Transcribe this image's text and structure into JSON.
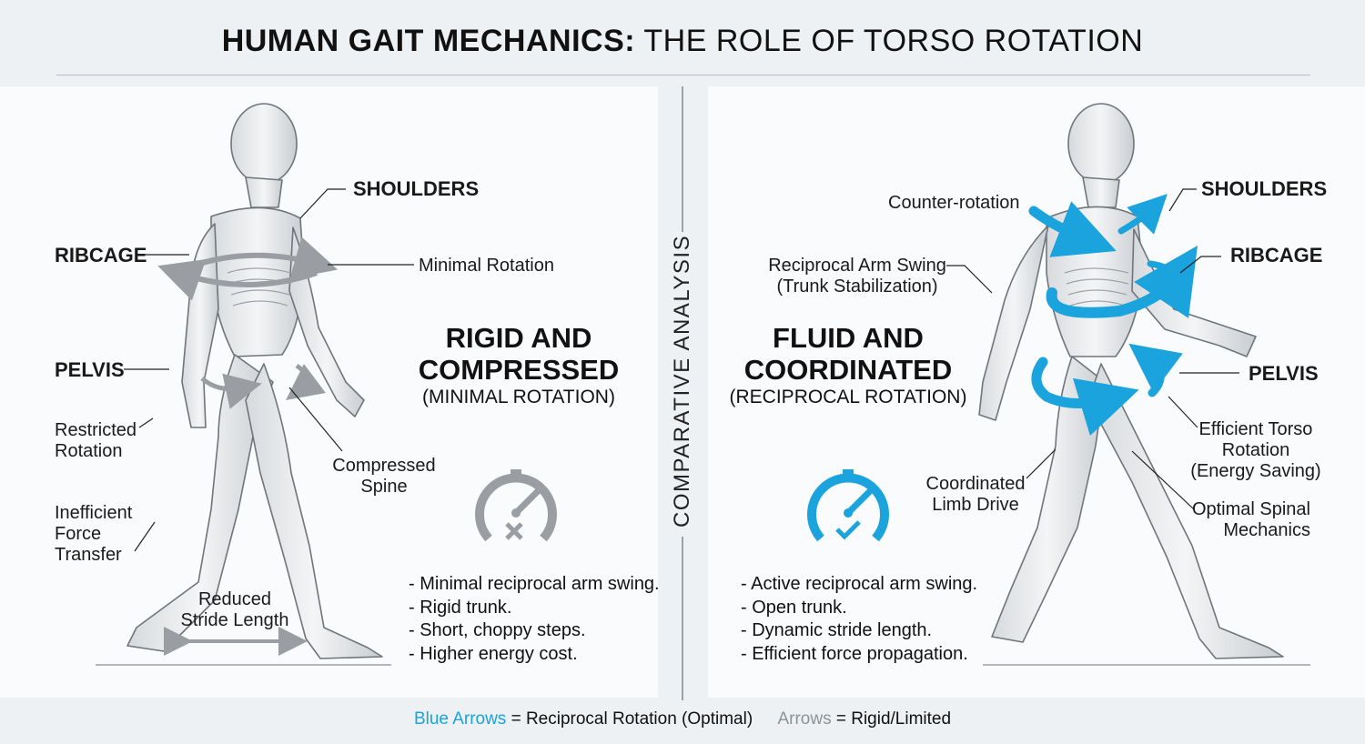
{
  "title": {
    "bold": "HUMAN GAIT MECHANICS:",
    "rest": "THE ROLE OF TORSO ROTATION"
  },
  "center_label": "COMPARATIVE ANALYSIS",
  "colors": {
    "accent_blue": "#1aa3dc",
    "rigid_grey": "#9a9ea2"
  },
  "left": {
    "heading_line1": "RIGID AND",
    "heading_line2": "COMPRESSED",
    "subheading": "(MINIMAL ROTATION)",
    "labels": {
      "shoulders": "SHOULDERS",
      "ribcage": "RIBCAGE",
      "minimal_rotation": "Minimal Rotation",
      "pelvis": "PELVIS",
      "restricted_rotation": "Restricted\nRotation",
      "compressed_spine": "Compressed\nSpine",
      "inefficient_force": "Inefficient\nForce\nTransfer",
      "reduced_stride": "Reduced\nStride Length"
    },
    "icon": "speedometer-x-icon",
    "bullets": [
      "- Minimal reciprocal arm swing.",
      "- Rigid trunk.",
      "- Short, choppy steps.",
      "- Higher energy cost."
    ]
  },
  "right": {
    "heading_line1": "FLUID AND",
    "heading_line2": "COORDINATED",
    "subheading": "(RECIPROCAL ROTATION)",
    "labels": {
      "counter_rotation": "Counter-rotation",
      "shoulders": "SHOULDERS",
      "arm_swing": "Reciprocal Arm Swing\n(Trunk Stabilization)",
      "ribcage": "RIBCAGE",
      "pelvis": "PELVIS",
      "efficient_torso": "Efficient Torso\nRotation\n(Energy Saving)",
      "coordinated_limb": "Coordinated\nLimb Drive",
      "optimal_spinal": "Optimal Spinal\nMechanics"
    },
    "icon": "speedometer-check-icon",
    "bullets": [
      "- Active reciprocal arm swing.",
      "- Open trunk.",
      "- Dynamic stride length.",
      "- Efficient force propagation."
    ]
  },
  "legend": {
    "blue_label": "Blue Arrows",
    "blue_text": " = Reciprocal Rotation (Optimal)",
    "grey_label": "Arrows",
    "grey_text": " = Rigid/Limited"
  }
}
